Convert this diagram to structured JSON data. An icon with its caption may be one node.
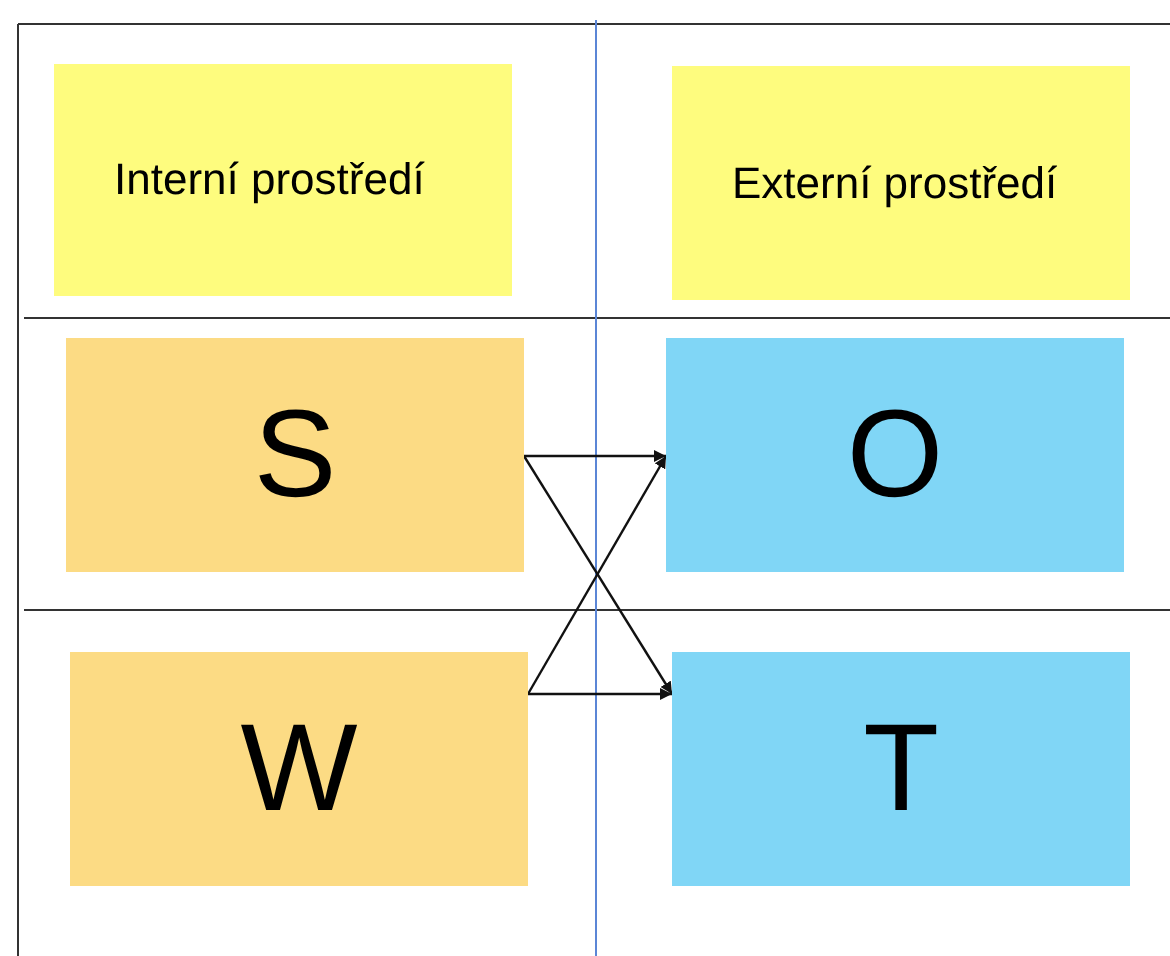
{
  "diagram": {
    "nodes": [
      {
        "text": [
          "Interní prostředí"
        ]
      },
      {
        "text": [
          "Externí prostředí"
        ]
      },
      {
        "text": [
          "S"
        ]
      },
      {
        "text": [
          "O"
        ]
      },
      {
        "text": [
          "W"
        ]
      },
      {
        "text": [
          "T"
        ]
      }
    ],
    "edges": [
      {
        "from": 2,
        "to": 3,
        "arrow": "to"
      },
      {
        "from": 2,
        "to": 5,
        "arrow": "to"
      },
      {
        "from": 4,
        "to": 3,
        "arrow": "to"
      },
      {
        "from": 4,
        "to": 5,
        "arrow": "to"
      }
    ]
  }
}
